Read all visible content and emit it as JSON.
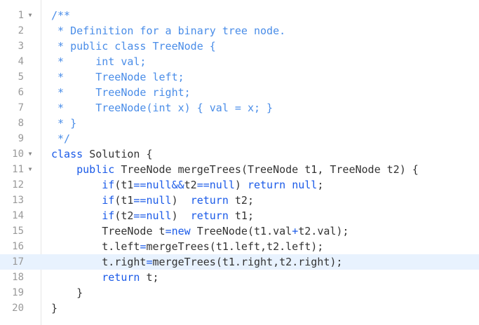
{
  "colors": {
    "comment": "#4a8de8",
    "keyword": "#1a5ae8",
    "plain": "#333333",
    "line_number": "#999999",
    "active_line_bg": "#e8f2fe"
  },
  "editor": {
    "active_line": 17,
    "lines": [
      {
        "n": "1",
        "fold": true,
        "code": "/**"
      },
      {
        "n": "2",
        "fold": false,
        "code": " * Definition for a binary tree node."
      },
      {
        "n": "3",
        "fold": false,
        "code": " * public class TreeNode {"
      },
      {
        "n": "4",
        "fold": false,
        "code": " *     int val;"
      },
      {
        "n": "5",
        "fold": false,
        "code": " *     TreeNode left;"
      },
      {
        "n": "6",
        "fold": false,
        "code": " *     TreeNode right;"
      },
      {
        "n": "7",
        "fold": false,
        "code": " *     TreeNode(int x) { val = x; }"
      },
      {
        "n": "8",
        "fold": false,
        "code": " * }"
      },
      {
        "n": "9",
        "fold": false,
        "code": " */"
      },
      {
        "n": "10",
        "fold": true,
        "code": "class Solution {"
      },
      {
        "n": "11",
        "fold": true,
        "code": "    public TreeNode mergeTrees(TreeNode t1, TreeNode t2) {"
      },
      {
        "n": "12",
        "fold": false,
        "code": "        if(t1==null&&t2==null) return null;"
      },
      {
        "n": "13",
        "fold": false,
        "code": "        if(t1==null)  return t2;"
      },
      {
        "n": "14",
        "fold": false,
        "code": "        if(t2==null)  return t1;"
      },
      {
        "n": "15",
        "fold": false,
        "code": "        TreeNode t=new TreeNode(t1.val+t2.val);"
      },
      {
        "n": "16",
        "fold": false,
        "code": "        t.left=mergeTrees(t1.left,t2.left);"
      },
      {
        "n": "17",
        "fold": false,
        "code": "        t.right=mergeTrees(t1.right,t2.right);"
      },
      {
        "n": "18",
        "fold": false,
        "code": "        return t;"
      },
      {
        "n": "19",
        "fold": false,
        "code": "    }"
      },
      {
        "n": "20",
        "fold": false,
        "code": "}"
      }
    ]
  }
}
